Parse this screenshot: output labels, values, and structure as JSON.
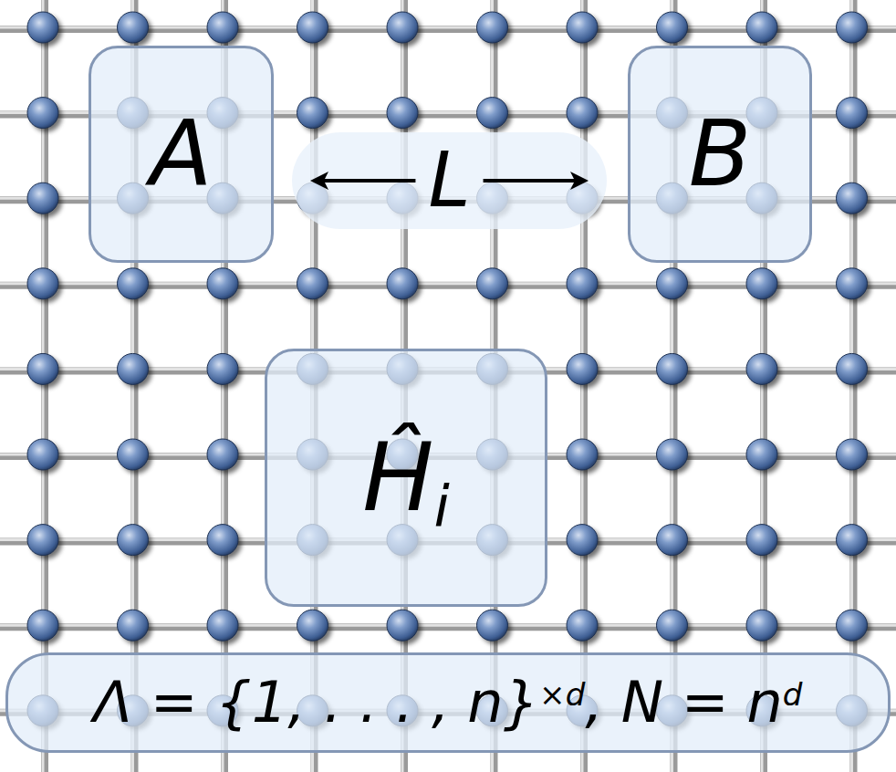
{
  "diagram": {
    "nodes": [
      {
        "text": [
          "A"
        ]
      },
      {
        "text": [
          "L"
        ]
      },
      {
        "text": [
          "B"
        ]
      },
      {
        "text": [
          "Ĥ",
          "i"
        ]
      },
      {
        "text": [
          "Λ = {1, . . . , n}",
          "×d",
          ", N = n",
          "d"
        ]
      }
    ]
  }
}
